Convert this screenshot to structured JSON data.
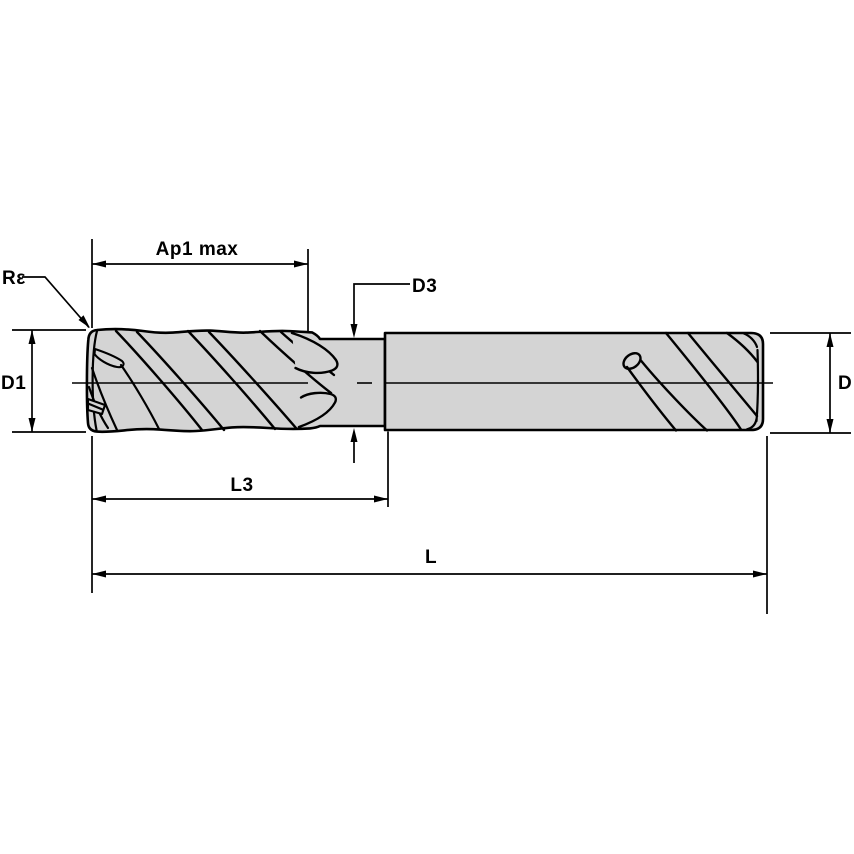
{
  "labels": {
    "ap1_max": "Ap1 max",
    "corner_radius": "Rε",
    "d1": "D1",
    "d3": "D3",
    "l3": "L3",
    "l": "L",
    "d": "D"
  },
  "colors": {
    "line": "#000000",
    "body_fill": "#d4d4d4",
    "background": "#ffffff"
  }
}
